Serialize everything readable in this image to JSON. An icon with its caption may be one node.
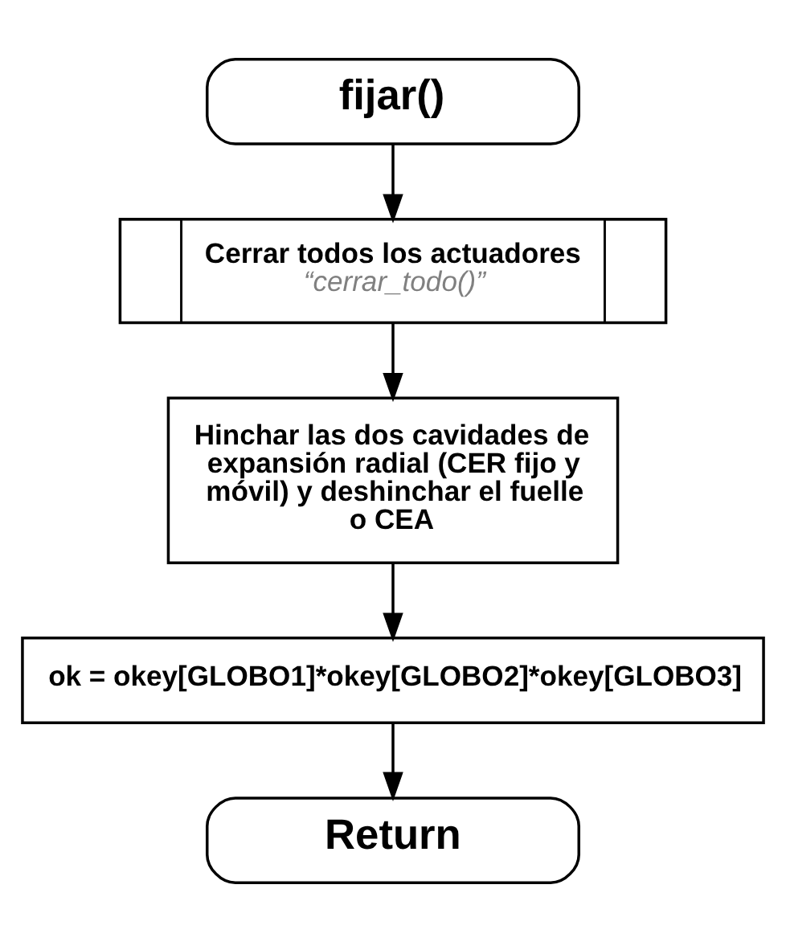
{
  "diagram": {
    "nodes": [
      {
        "text": [
          "fijar()"
        ]
      },
      {
        "text": [
          "Cerrar todos los actuadores",
          "“cerrar_todo()”"
        ]
      },
      {
        "text": [
          "Hinchar las dos cavidades de expansión radial (CER fijo y móvil) y deshinchar el fuelle o CEA"
        ]
      },
      {
        "text": [
          "ok = okey[GLOBO1]*okey[GLOBO2]*okey[GLOBO3]"
        ]
      },
      {
        "text": [
          "Return"
        ]
      }
    ],
    "edges": [
      {
        "from": 0,
        "to": 1,
        "arrow": "to"
      },
      {
        "from": 1,
        "to": 2,
        "arrow": "to"
      },
      {
        "from": 2,
        "to": 3,
        "arrow": "to"
      },
      {
        "from": 3,
        "to": 4,
        "arrow": "to"
      }
    ]
  }
}
